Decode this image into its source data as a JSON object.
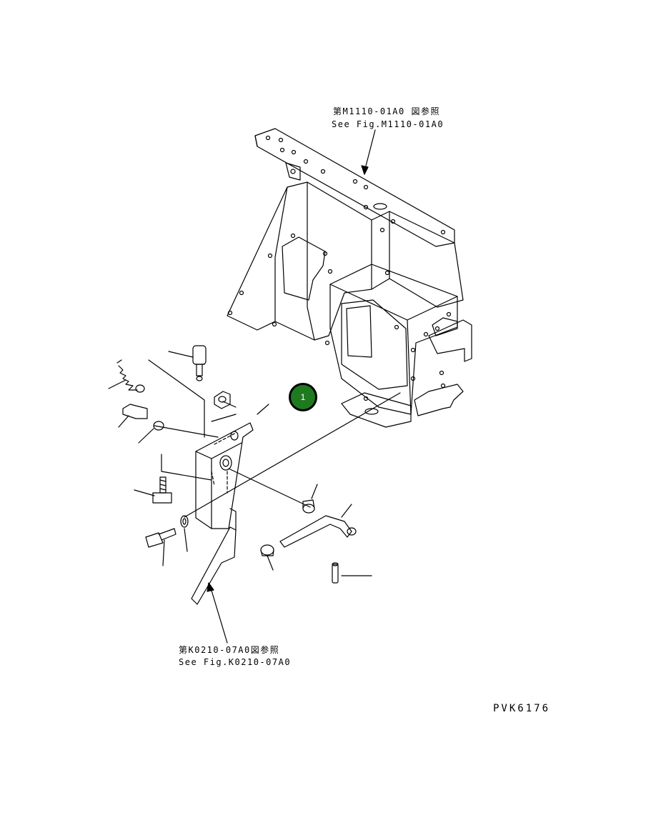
{
  "refs": {
    "top": {
      "jp": "第M1110-01A0 図参照",
      "en": "See Fig.M1110-01A0"
    },
    "bottom": {
      "jp": "第K0210-07A0図参照",
      "en": "See Fig.K0210-07A0"
    }
  },
  "callout": {
    "label": "1",
    "color": "#1f7a1f"
  },
  "drawing_code": "PVK6176"
}
